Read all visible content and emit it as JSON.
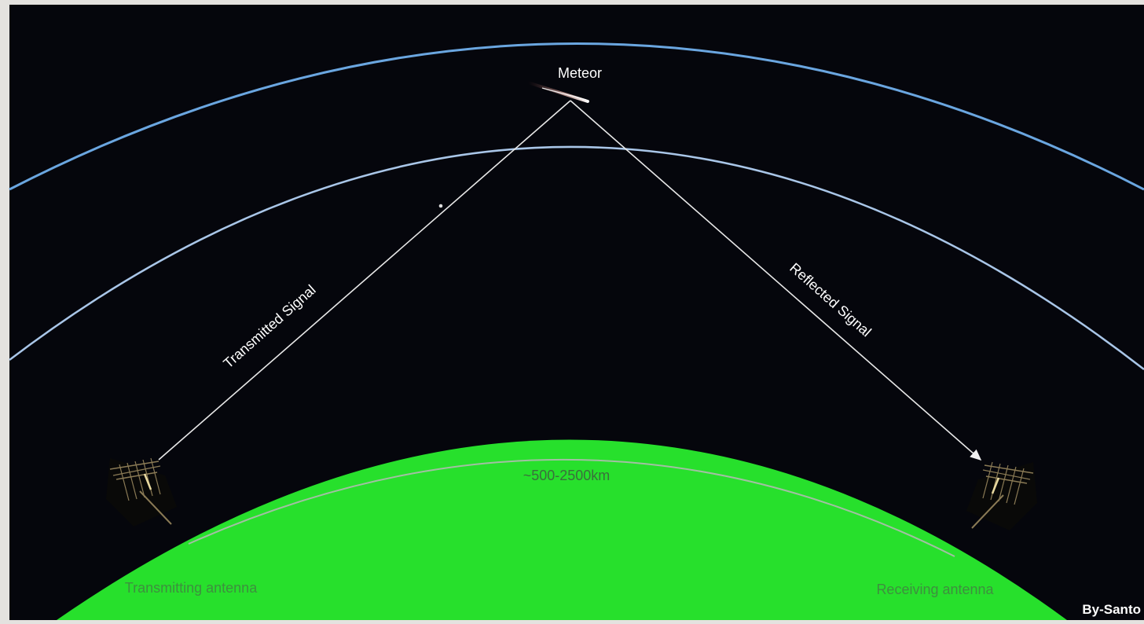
{
  "labels": {
    "meteor": "Meteor",
    "transmitted_signal": "Transmitted Signal",
    "reflected_signal": "Reflected Signal",
    "distance": "~500-2500km",
    "transmitting_antenna": "Transmitting antenna",
    "receiving_antenna": "Receiving antenna",
    "credit": "By-Santo"
  },
  "colors": {
    "sky": "#05060c",
    "earth": "#27e02c",
    "outer_layer": "#6aa6e0",
    "inner_layer": "#a9c6e8",
    "signal": "#e8e8e8",
    "ground_label": "#3e8f3f",
    "distance_label": "#3a6f3c",
    "antenna": "#8a7a55"
  },
  "icons": {
    "meteor": "meteor-streak-icon",
    "transmitting_antenna": "yagi-antenna-icon",
    "receiving_antenna": "yagi-antenna-icon"
  }
}
